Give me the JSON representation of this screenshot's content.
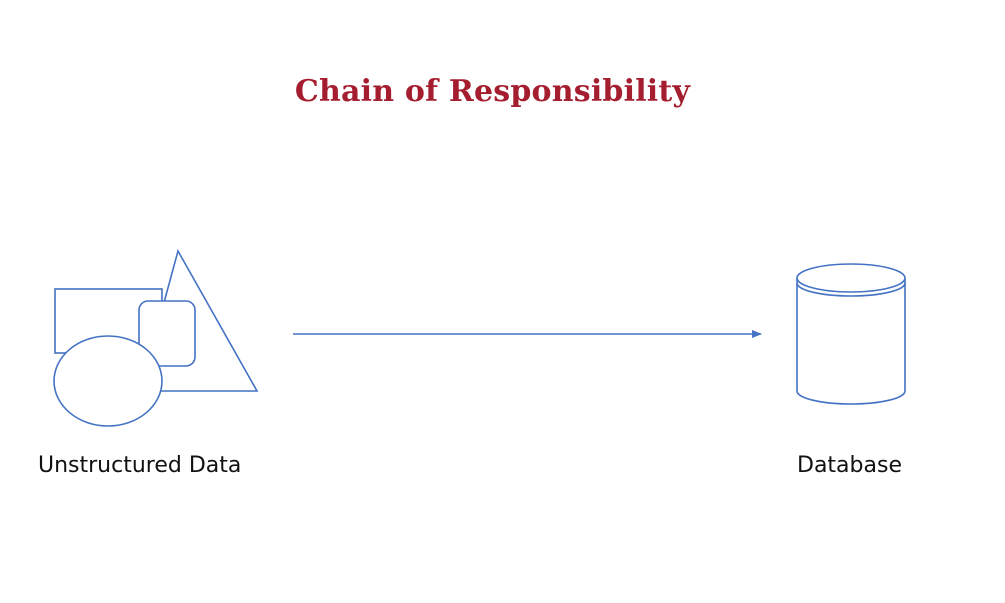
{
  "title": "Chain of Responsibility",
  "colors": {
    "title": "#a41e2f",
    "shape_stroke": "#4472c4",
    "label_text": "#111111"
  },
  "nodes": {
    "source": {
      "icon": "unstructured-data-shapes-icon",
      "label": "Unstructured Data"
    },
    "target": {
      "icon": "database-cylinder-icon",
      "label": "Database"
    }
  },
  "edges": [
    {
      "from": "source",
      "to": "target",
      "style": "arrow"
    }
  ]
}
